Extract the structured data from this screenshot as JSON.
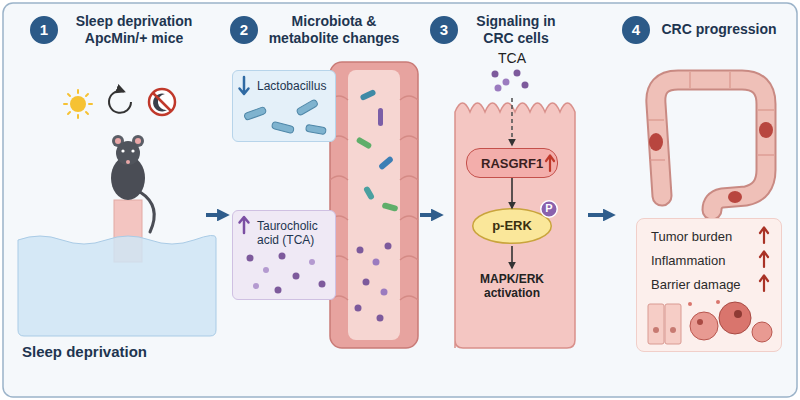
{
  "diagram": {
    "nodes": [
      {
        "text": [
          "1",
          "Sleep deprivation ApcMin/+ mice"
        ]
      },
      {
        "text": [
          "2",
          "Microbiota & metabolite changes"
        ]
      },
      {
        "text": [
          "3",
          "Signaling in CRC cells"
        ]
      },
      {
        "text": [
          "4",
          "CRC progression"
        ]
      },
      {
        "text": [
          "Lactobacillus"
        ]
      },
      {
        "text": [
          "Taurocholic acid (TCA)"
        ]
      },
      {
        "text": [
          "RASGRF1"
        ]
      },
      {
        "text": [
          "p-ERK"
        ]
      },
      {
        "text": [
          "P"
        ],
        "in": 7
      },
      {
        "text": [
          "Tumor burden",
          "Inflammation",
          "Barrier damage"
        ]
      }
    ],
    "edges": [
      {
        "from": 6,
        "to": 7,
        "arrow": "to"
      }
    ],
    "labels": [
      "Sleep deprivation",
      "TCA",
      "MAPK/ERK activation"
    ]
  }
}
